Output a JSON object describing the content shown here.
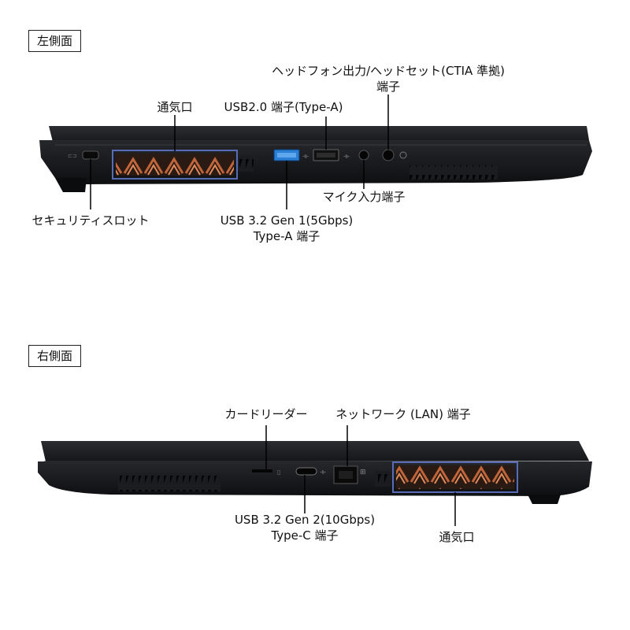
{
  "left": {
    "heading": "左側面",
    "labels": {
      "vent": "通気口",
      "usb20": "USB2.0 端子(Type-A)",
      "headphone_line1": "ヘッドフォン出力/ヘッドセット(CTIA 準拠)",
      "headphone_line2": "端子",
      "security_slot": "セキュリティスロット",
      "usb32_line1": "USB 3.2 Gen 1(5Gbps)",
      "usb32_line2": "Type-A 端子",
      "mic": "マイク入力端子"
    }
  },
  "right": {
    "heading": "右側面",
    "labels": {
      "card_reader": "カードリーダー",
      "lan": "ネットワーク (LAN) 端子",
      "usbc_line1": "USB 3.2 Gen 2(10Gbps)",
      "usbc_line2": "Type-C 端子",
      "vent": "通気口"
    }
  },
  "colors": {
    "highlight": "#5a6bb5",
    "usb3_blue": "#2a7fd4",
    "body_dark": "#1b1c1f",
    "vent_copper": "#c0643a"
  }
}
